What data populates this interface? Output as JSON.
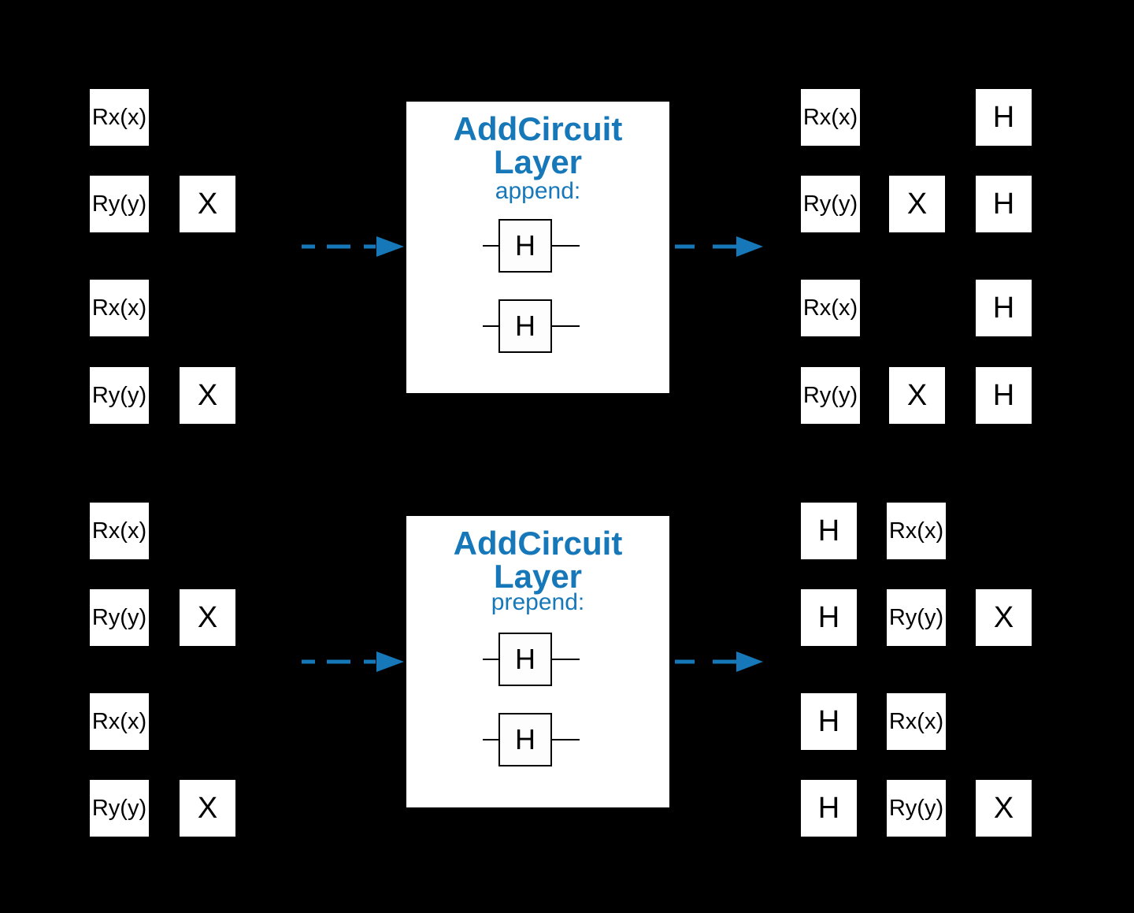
{
  "colors": {
    "background": "#000000",
    "accent": "#1778b9",
    "gate_fill": "#ffffff",
    "gate_text": "#000000"
  },
  "layers": {
    "append": {
      "title": "AddCircuit Layer",
      "mode": "append:",
      "gates": [
        {
          "label": "H"
        },
        {
          "label": "H"
        }
      ]
    },
    "prepend": {
      "title": "AddCircuit Layer",
      "mode": "prepend:",
      "gates": [
        {
          "label": "H"
        },
        {
          "label": "H"
        }
      ]
    }
  },
  "circuits": {
    "top_input": {
      "gates": [
        {
          "label": "Rx(x)"
        },
        {
          "label": "Ry(y)"
        },
        {
          "label": "X"
        },
        {
          "label": "Rx(x)"
        },
        {
          "label": "Ry(y)"
        },
        {
          "label": "X"
        }
      ]
    },
    "top_output": {
      "gates": [
        {
          "label": "Rx(x)"
        },
        {
          "label": "H"
        },
        {
          "label": "Ry(y)"
        },
        {
          "label": "X"
        },
        {
          "label": "H"
        },
        {
          "label": "Rx(x)"
        },
        {
          "label": "H"
        },
        {
          "label": "Ry(y)"
        },
        {
          "label": "X"
        },
        {
          "label": "H"
        }
      ]
    },
    "bottom_input": {
      "gates": [
        {
          "label": "Rx(x)"
        },
        {
          "label": "Ry(y)"
        },
        {
          "label": "X"
        },
        {
          "label": "Rx(x)"
        },
        {
          "label": "Ry(y)"
        },
        {
          "label": "X"
        }
      ]
    },
    "bottom_output": {
      "gates": [
        {
          "label": "H"
        },
        {
          "label": "Rx(x)"
        },
        {
          "label": "H"
        },
        {
          "label": "Ry(y)"
        },
        {
          "label": "X"
        },
        {
          "label": "H"
        },
        {
          "label": "Rx(x)"
        },
        {
          "label": "H"
        },
        {
          "label": "Ry(y)"
        },
        {
          "label": "X"
        }
      ]
    }
  }
}
